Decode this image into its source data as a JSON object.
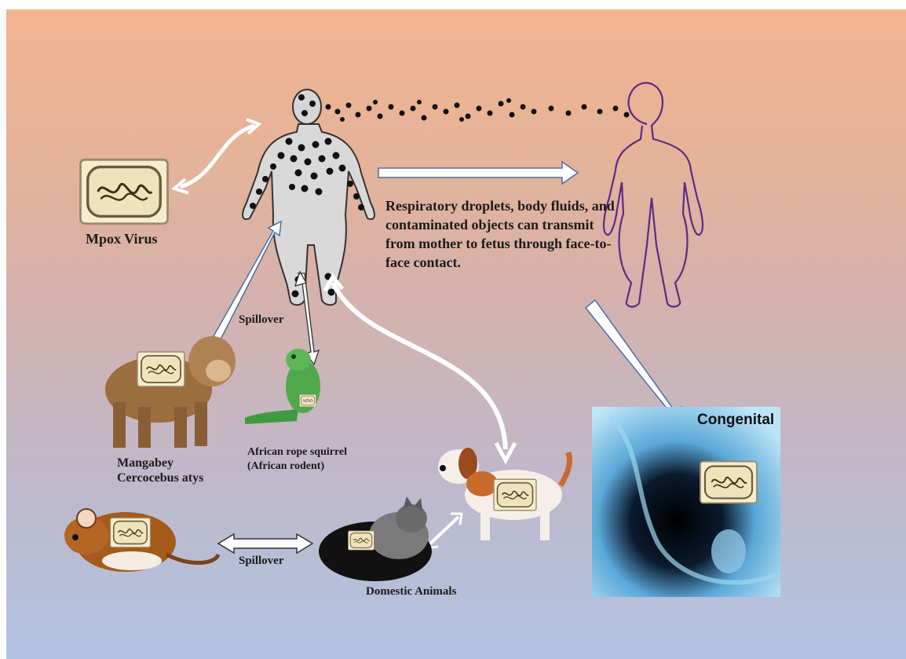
{
  "labels": {
    "mpox_virus": "Mpox Virus",
    "transmission_text": "Respiratory droplets, body fluids, and contaminated objects can transmit from mother to fetus through face-to-face contact.",
    "spillover_upper": "Spillover",
    "spillover_lower": "Spillover",
    "squirrel_line1": "African rope squirrel",
    "squirrel_line2": "(African rodent)",
    "mangabey_line1": "Mangabey",
    "mangabey_line2": "Cercocebus atys",
    "domestic_animals": "Domestic Animals",
    "congenital": "Congenital"
  },
  "colors": {
    "background_top": "#f1b58f",
    "background_bottom": "#b1c3e2",
    "arrow_fill": "#ffffff",
    "arrow_outline": "#4a6fa5",
    "human_body": "#d9d9d9",
    "droplet": "#111111",
    "woman_outline": "#5b2a86",
    "virus_card": "#efe2bd"
  },
  "icons": [
    "mpox-virus-card-icon",
    "human-figure-icon",
    "woman-outline-icon",
    "monkey-icon",
    "squirrel-icon",
    "rat-icon",
    "cat-icon",
    "dog-icon",
    "fetus-xray-icon"
  ]
}
